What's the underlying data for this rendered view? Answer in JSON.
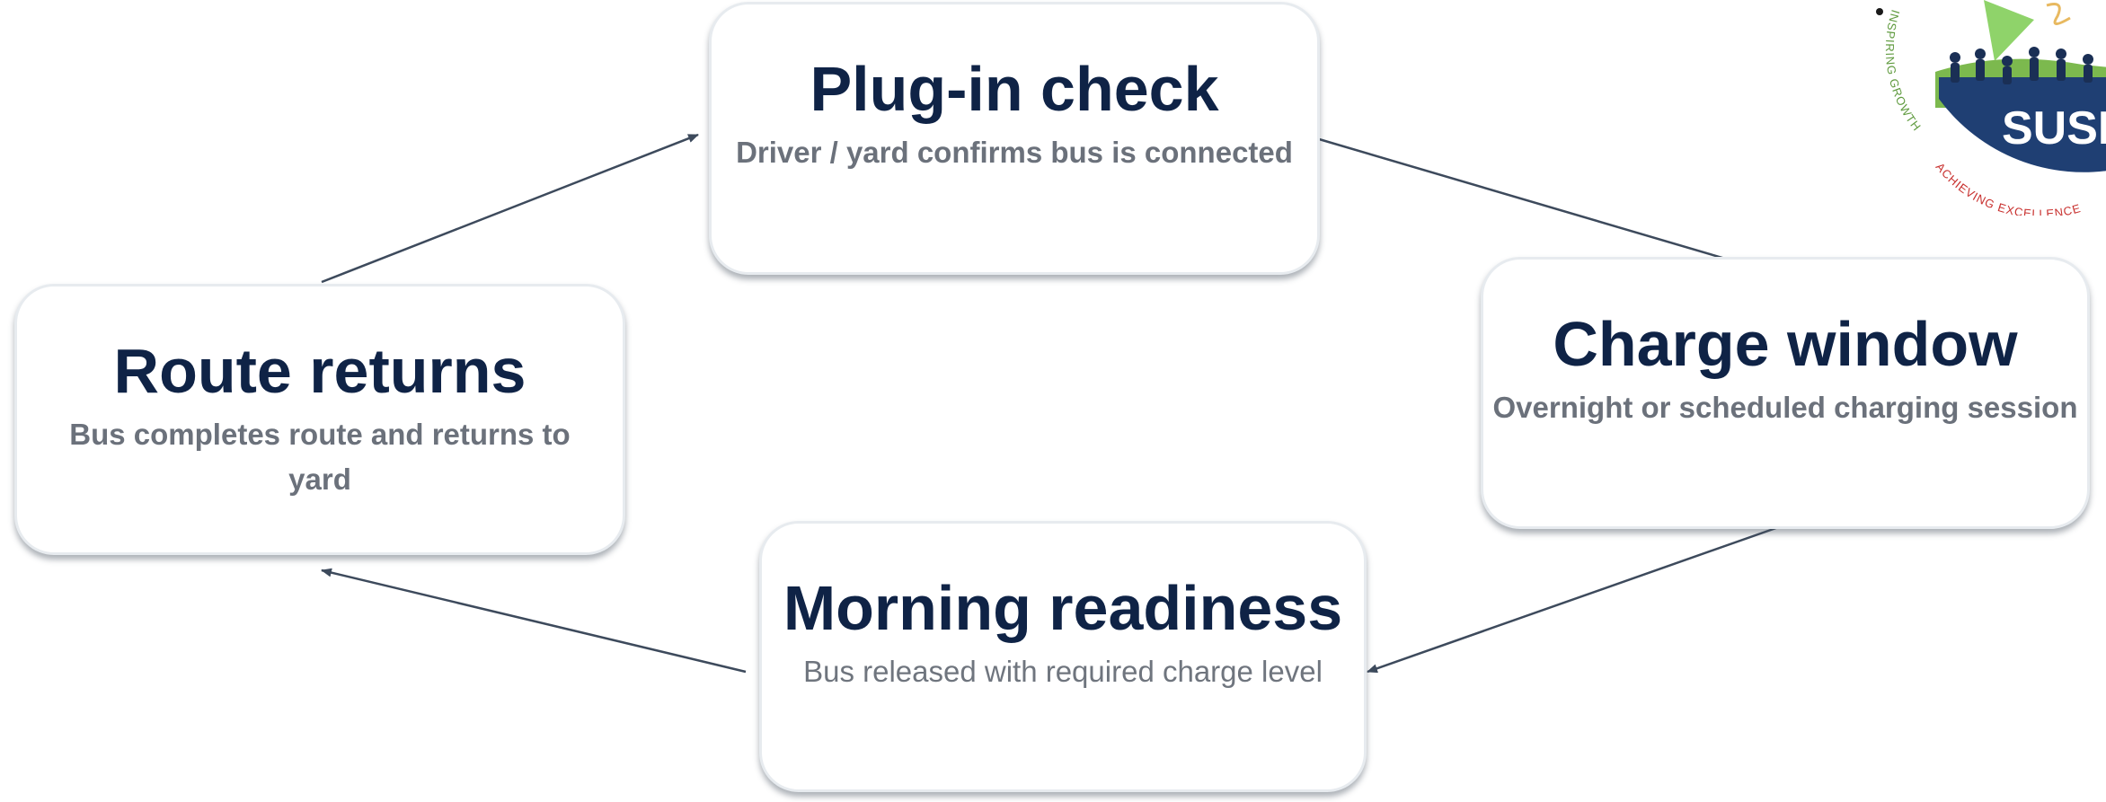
{
  "diagram": {
    "nodes": [
      {
        "id": "plug-in",
        "title": "Plug-in check",
        "subtitle": "Driver / yard confirms bus is connected"
      },
      {
        "id": "charge",
        "title": "Charge window",
        "subtitle": "Overnight or scheduled charging session"
      },
      {
        "id": "morning",
        "title": "Morning readiness",
        "subtitle": "Bus released with required charge level"
      },
      {
        "id": "route",
        "title": "Route returns",
        "subtitle": "Bus completes route and returns to yard"
      }
    ],
    "edges": [
      {
        "from": "plug-in",
        "to": "charge"
      },
      {
        "from": "charge",
        "to": "morning"
      },
      {
        "from": "morning",
        "to": "route"
      },
      {
        "from": "route",
        "to": "plug-in"
      }
    ]
  },
  "logo": {
    "text": "SUSD",
    "tagline_top": "INSPIRING GROWTH",
    "tagline_bottom": "ACHIEVING EXCELLENCE"
  },
  "colors": {
    "title": "#0f2346",
    "subtitle": "#6b717b",
    "arrow": "#3d4a5c",
    "card_border": "#e7ebef",
    "logo_navy": "#1f3f73",
    "logo_green": "#5f9a3e",
    "logo_red": "#c8302e"
  }
}
